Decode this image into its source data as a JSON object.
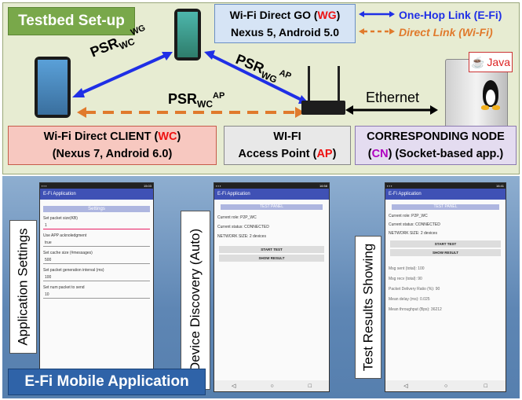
{
  "top": {
    "title": "Testbed Set-up",
    "go_line1_a": "Wi-Fi Direct GO (",
    "go_line1_b": "WG",
    "go_line1_c": ")",
    "go_line2": "Nexus 5, Android 5.0",
    "legend_onehop": "One-Hop Link (E-Fi)",
    "legend_direct": "Direct Link (Wi-Fi)",
    "psr_wc_wg_main": "PSR",
    "psr_wc_wg_sub": "WC",
    "psr_wc_wg_sup": "WG",
    "psr_wg_ap_main": "PSR",
    "psr_wg_ap_sub": "WG",
    "psr_wg_ap_sup": "AP",
    "psr_wc_ap_main": "PSR",
    "psr_wc_ap_sub": "WC",
    "psr_wc_ap_sup": "AP",
    "ethernet": "Ethernet",
    "java": "Java",
    "client_line1_a": "Wi-Fi Direct CLIENT (",
    "client_line1_b": "WC",
    "client_line1_c": ")",
    "client_line2": "(Nexus 7, Android 6.0)",
    "ap_line1": "WI-FI",
    "ap_line2_a": "Access Point (",
    "ap_line2_b": "AP",
    "ap_line2_c": ")",
    "cn_line1": "CORRESPONDING NODE",
    "cn_line2_a": "(",
    "cn_line2_b": "CN",
    "cn_line2_c": ") (Socket-based app.)"
  },
  "bottom": {
    "label_settings": "Application Settings",
    "label_discovery": "Device Discovery (Auto)",
    "label_results": "Test Results Showing",
    "app_label": "E-Fi Mobile Application",
    "phone1": {
      "status_time": "15:03",
      "app_title": "E-Fi Application",
      "settings_header": "Settings",
      "rows": [
        {
          "label": "Set packet size(KB)",
          "value": "1"
        },
        {
          "label": "Use APP acknoledgment",
          "value": "true"
        },
        {
          "label": "Set cache size (#messages)",
          "value": "500"
        },
        {
          "label": "Set packet generation interval (ms)",
          "value": "100"
        },
        {
          "label": "Set num packet to send",
          "value": "10"
        }
      ]
    },
    "phone2": {
      "status_time": "16:58",
      "app_title": "E-Fi Application",
      "panel": "TEST PANEL",
      "role": "Current role: P2P_WC",
      "status": "Current status: CONNECTED",
      "network": "NETWORK SIZE: 2 devices",
      "start": "START TEST",
      "show": "SHOW RESULT"
    },
    "phone3": {
      "status_time": "16:41",
      "app_title": "E-Fi Application",
      "panel": "TEST PANEL",
      "role": "Current role: P2P_WC",
      "status": "Current status: CONNECTED",
      "network": "NETWORK SIZE: 2 devices",
      "start": "START TEST",
      "show": "SHOW RESULT",
      "results": [
        "Msg sent (total): 100",
        "Msg recv (total): 90",
        "Packet Delivery Ratio (%): 90",
        "Mean delay (ms): 0.025",
        "Mean throughput (Bps): 36212"
      ]
    },
    "nav_back": "◁",
    "nav_home": "○",
    "nav_recent": "□"
  },
  "colors": {
    "onehop_link": "#1f2fe6",
    "direct_link": "#e07a2c",
    "title_bg": "#79a84a",
    "go_box": "#d6e4f5",
    "client_box": "#f7c8c0",
    "ap_box": "#e8e8e8",
    "cn_box": "#e4dcf0",
    "app_bar": "#3f51b5"
  }
}
